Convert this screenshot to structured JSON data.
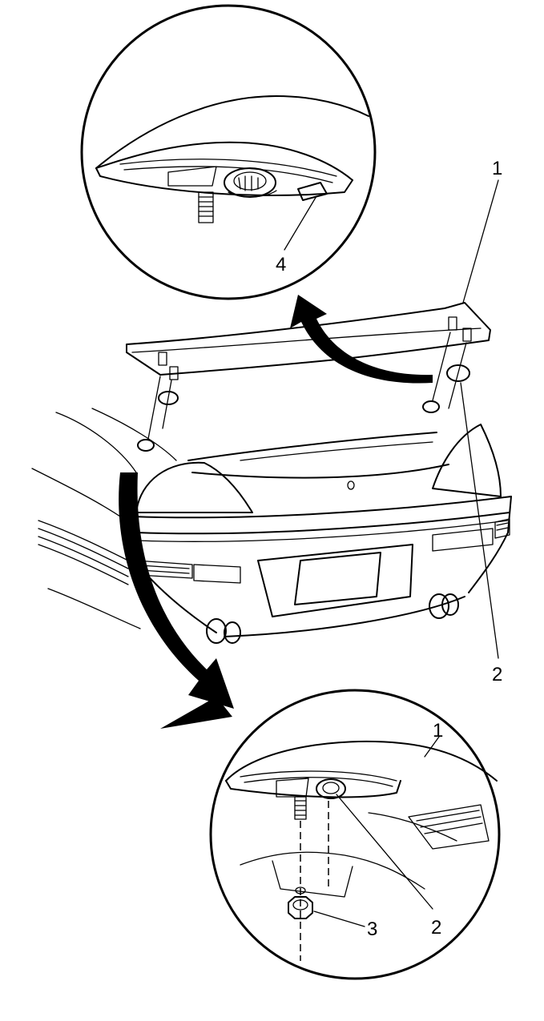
{
  "callouts": {
    "top_detail_4": "4",
    "main_1": "1",
    "main_2": "2",
    "bottom_detail_1": "1",
    "bottom_detail_2": "2",
    "bottom_detail_3": "3"
  },
  "colors": {
    "line": "#000000",
    "background": "#ffffff"
  }
}
